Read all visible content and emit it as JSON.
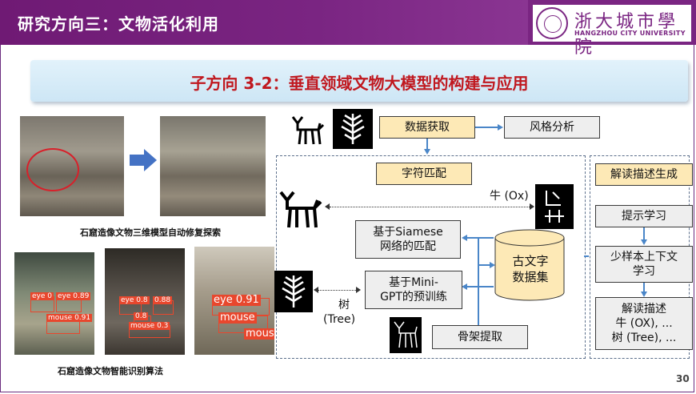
{
  "header": {
    "title": "研究方向三：文物活化利用"
  },
  "logo": {
    "name_cn": "浙大城市學院",
    "name_en": "HANGZHOU CITY UNIVERSITY"
  },
  "subtitle": "子方向 3-2：垂直领域文物大模型的构建与应用",
  "left_panel": {
    "caption_restore": "石窟造像文物三维模型自动修复探索",
    "caption_detect": "石窟造像文物智能识别算法",
    "detections": {
      "img1": [
        "eye 0",
        "eye 0.89",
        "mouse 0.91"
      ],
      "img2": [
        "eye 0.8",
        "0.88",
        "0.8",
        "mouse 0.3"
      ],
      "img3": [
        "eye 0.91",
        "mouse",
        "mous"
      ]
    }
  },
  "flow": {
    "data_acquisition": "数据获取",
    "style_analysis": "风格分析",
    "char_matching": "字符匹配",
    "ox_label": "牛 (Ox)",
    "siamese_line1": "基于Siamese",
    "siamese_line2": "网络的匹配",
    "database_line1": "古文字",
    "database_line2": "数据集",
    "minigpt_line1": "基于Mini-",
    "minigpt_line2": "GPT的预训练",
    "tree_line1": "树",
    "tree_line2": "(Tree)",
    "skeleton": "骨架提取"
  },
  "right_column": {
    "header": "解读描述生成",
    "prompt_learning": "提示学习",
    "fewshot_line1": "少样本上下文",
    "fewshot_line2": "学习",
    "interp_line1": "解读描述",
    "interp_line2": "牛 (OX), ...",
    "interp_line3": "树 (Tree), ..."
  },
  "page_number": "30",
  "colors": {
    "brand_purple": "#7a2582",
    "accent_red": "#c0181f",
    "box_yellow": "#fde9b6",
    "box_gray": "#eeeeee",
    "arrow_blue": "#4a86c8"
  }
}
